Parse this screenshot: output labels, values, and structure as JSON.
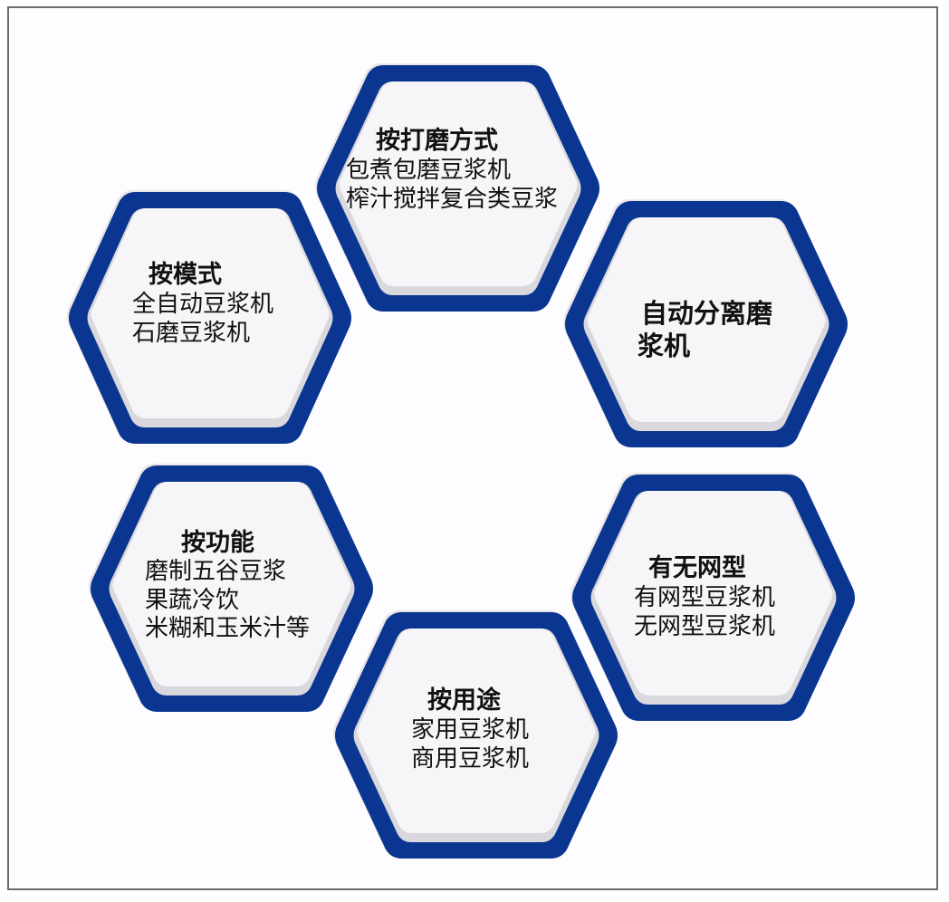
{
  "diagram": {
    "type": "hexagon-cluster",
    "theme": {
      "ring_color": "#0a3590",
      "inner_fill": "#f6f6f9",
      "bevel_color": "#d8d8dc",
      "frame_color": "#6b6b6b",
      "text_color": "#111111"
    },
    "hexagons": [
      {
        "id": "grinding-method",
        "title": "按打磨方式",
        "lines": [
          "包煮包磨豆浆机",
          "榨汁搅拌复合类豆浆"
        ]
      },
      {
        "id": "mode",
        "title": "按模式",
        "lines": [
          "全自动豆浆机",
          "石磨豆浆机"
        ]
      },
      {
        "id": "auto-separation",
        "title": "自动分离磨",
        "title_line2": "浆机",
        "lines": []
      },
      {
        "id": "function",
        "title": "按功能",
        "lines": [
          "磨制五谷豆浆",
          "果蔬冷饮",
          "米糊和玉米汁等"
        ]
      },
      {
        "id": "mesh-type",
        "title": "有无网型",
        "lines": [
          "有网型豆浆机",
          "无网型豆浆机"
        ]
      },
      {
        "id": "usage",
        "title": "按用途",
        "lines": [
          "家用豆浆机",
          "商用豆浆机"
        ]
      }
    ]
  }
}
